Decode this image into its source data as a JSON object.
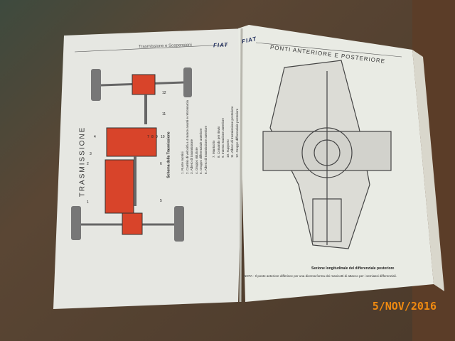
{
  "left_page": {
    "header": "Trasmissione e Sospensioni",
    "logo": "FIAT",
    "side_title": "TRASMISSIONE",
    "figure_caption": "Schema della Trasmissione",
    "legend": [
      "1. Ruote motrici",
      "2. Cambio di velocità a 4 marce avanti e retromarcia",
      "3. Albero di trasmissione",
      "4. Gruppo riduttore",
      "5. Gruppo differenziale anteriore",
      "6. Albero di trasmissione anteriore",
      "7. Manicotto",
      "8. Comando per rinvio",
      "9. Innesto trazione anteriore",
      "10. Supporto",
      "11. Albero di trasmissione posteriore",
      "12. Gruppo differenziale posteriore"
    ],
    "diagram_labels": [
      "1",
      "2",
      "3",
      "4",
      "5",
      "6",
      "7",
      "8",
      "9",
      "10",
      "11",
      "12"
    ]
  },
  "right_page": {
    "logo": "FIAT",
    "title": "PONTI ANTERIORE E POSTERIORE",
    "figure_caption": "Sezione longitudinale del differenziale posteriore",
    "note": "NOTA - Il ponte anteriore differisce per una diversa forma dei manicotti di attacco per i semiassi differenziali."
  },
  "timestamp": "5/NOV/2016",
  "colors": {
    "paper": "#e9ebe6",
    "diagram_red": "#d8442a",
    "date": "#f08a10"
  }
}
